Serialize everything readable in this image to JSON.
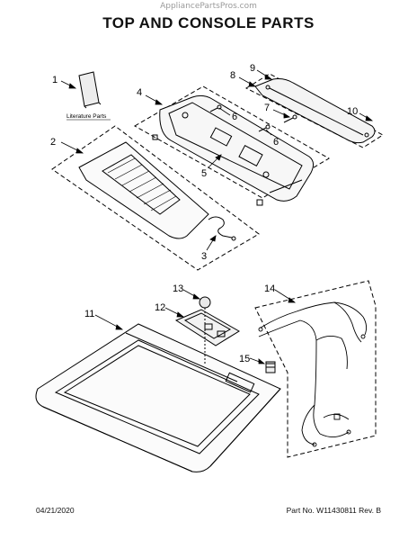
{
  "watermark": "AppliancePartsPros.com",
  "title": "TOP AND CONSOLE PARTS",
  "literature_label": "Literature Parts",
  "callouts": [
    "1",
    "2",
    "3",
    "4",
    "5",
    "6",
    "6",
    "7",
    "8",
    "9",
    "10",
    "11",
    "12",
    "13",
    "14",
    "15"
  ],
  "footer": {
    "date": "04/21/2020",
    "part_info": "Part No. W11430811  Rev. B"
  }
}
